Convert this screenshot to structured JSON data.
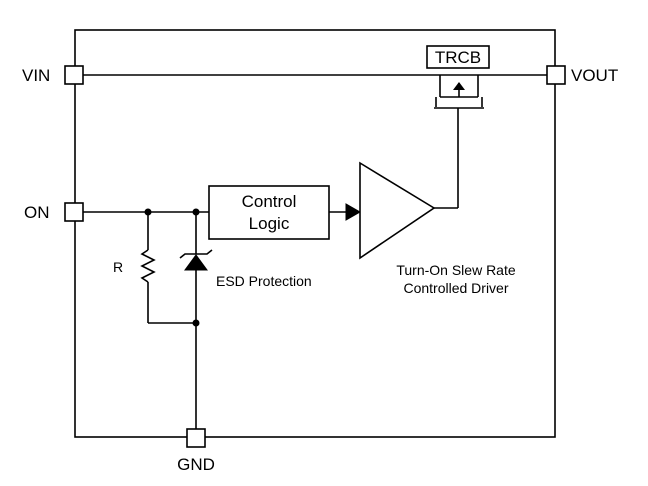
{
  "pins": {
    "vin": "VIN",
    "vout": "VOUT",
    "on": "ON",
    "gnd": "GND"
  },
  "blocks": {
    "control_logic_line1": "Control",
    "control_logic_line2": "Logic",
    "trcb": "TRCB"
  },
  "labels": {
    "resistor": "R",
    "esd": "ESD Protection",
    "driver_line1": "Turn-On Slew Rate",
    "driver_line2": "Controlled Driver"
  }
}
